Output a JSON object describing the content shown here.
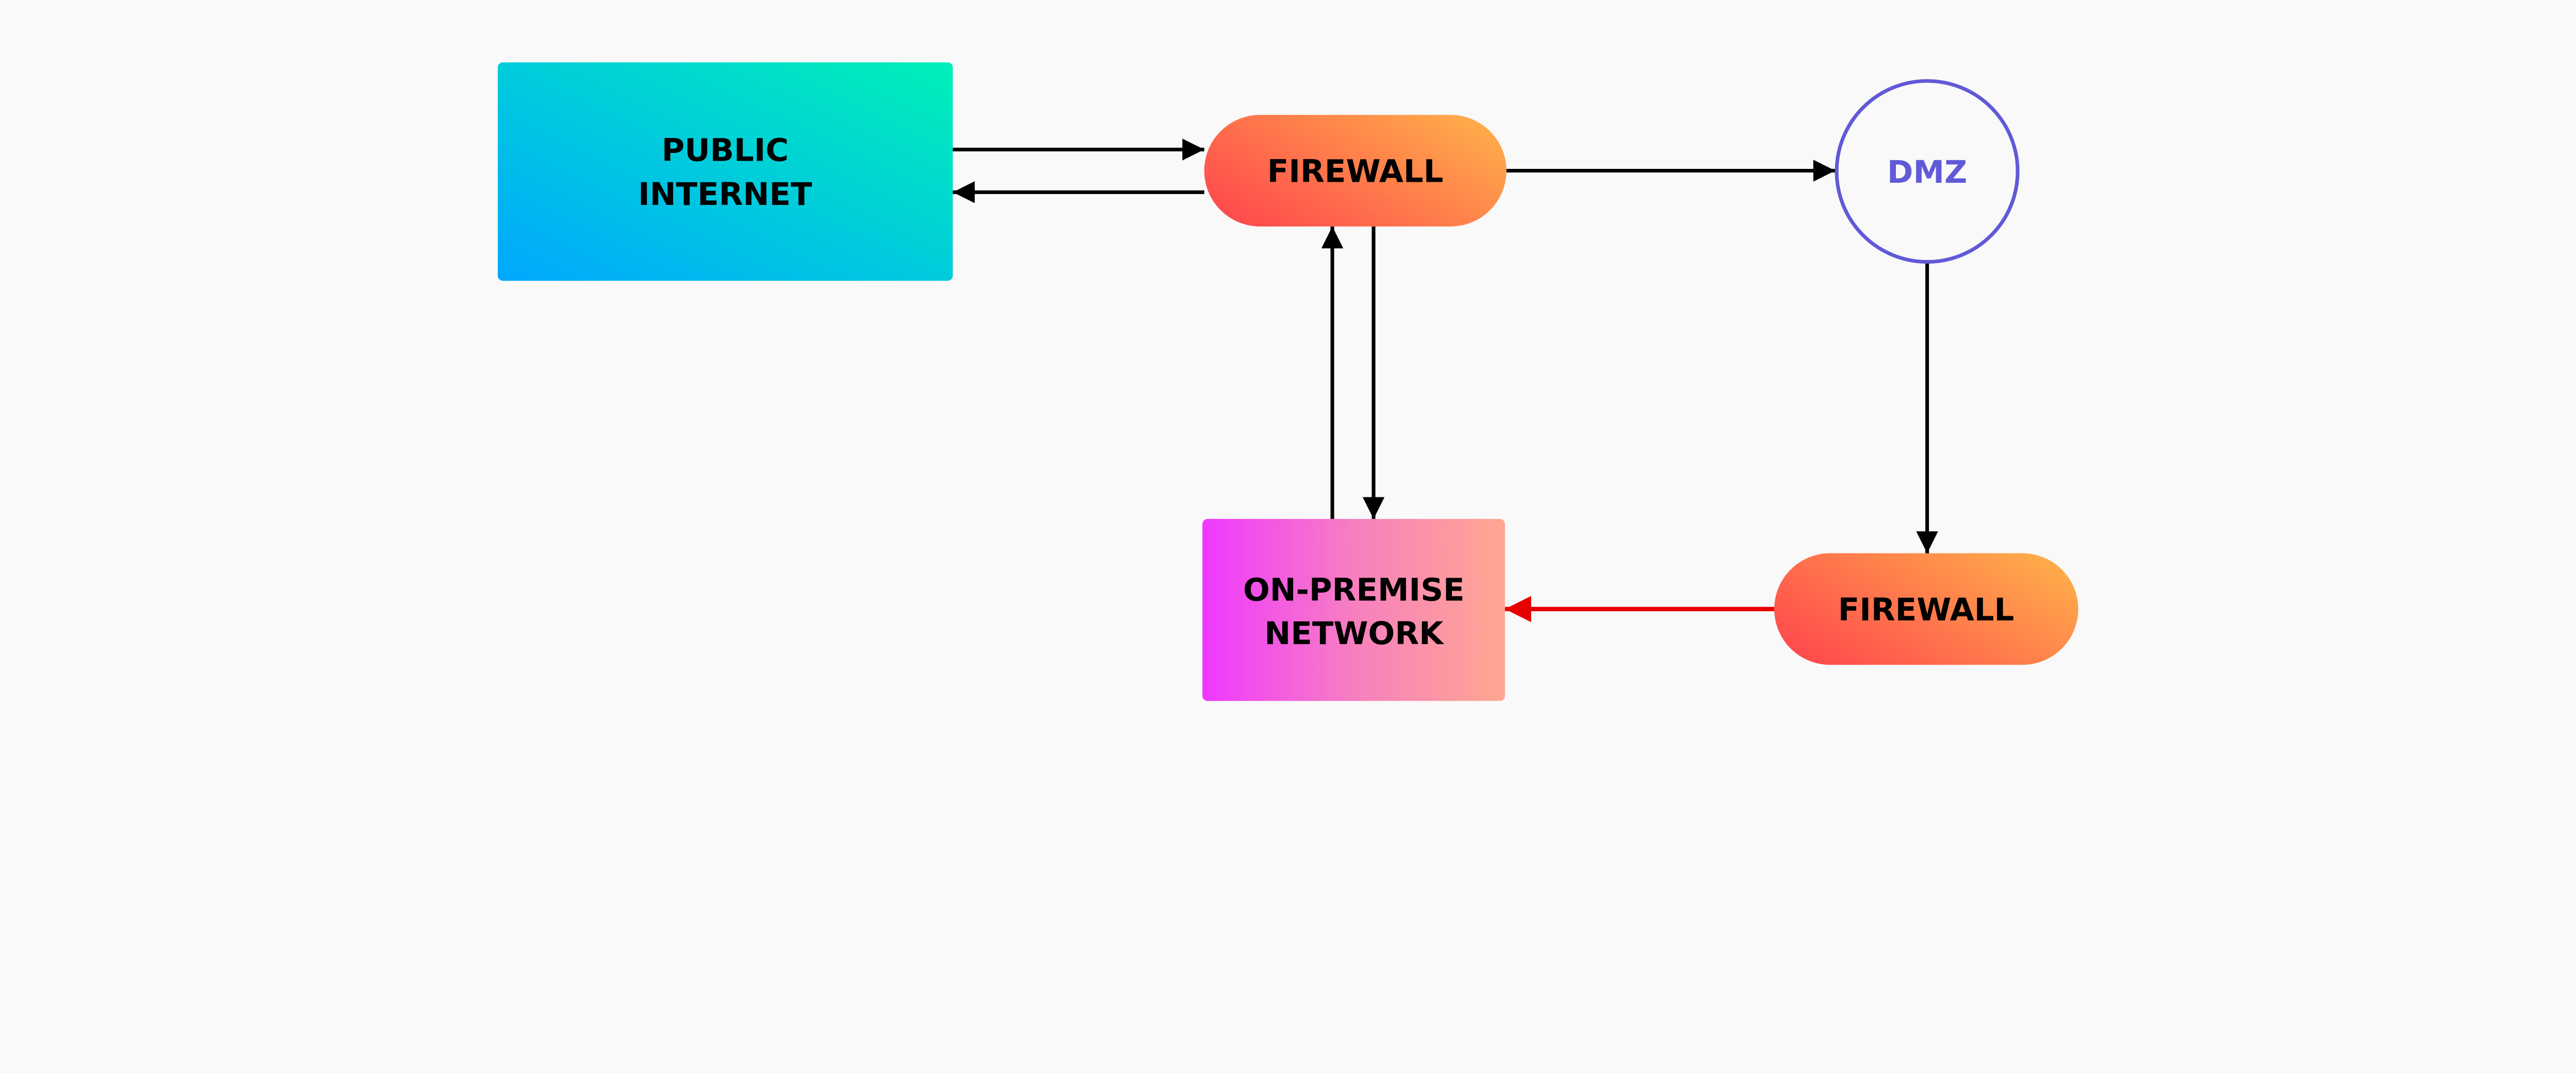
{
  "nodes": {
    "public_internet": {
      "line1": "PUBLIC",
      "line2": "INTERNET"
    },
    "firewall_top": {
      "label": "FIREWALL"
    },
    "dmz": {
      "label": "DMZ"
    },
    "firewall_bottom": {
      "label": "FIREWALL"
    },
    "on_premise": {
      "line1": "ON-PREMISE",
      "line2": "NETWORK"
    }
  },
  "edges": [
    {
      "from": "public_internet",
      "to": "firewall_top",
      "color": "#000000"
    },
    {
      "from": "firewall_top",
      "to": "public_internet",
      "color": "#000000"
    },
    {
      "from": "firewall_top",
      "to": "dmz",
      "color": "#000000"
    },
    {
      "from": "dmz",
      "to": "firewall_bottom",
      "color": "#000000"
    },
    {
      "from": "firewall_bottom",
      "to": "on_premise",
      "color": "#e80000"
    },
    {
      "from": "on_premise",
      "to": "firewall_top",
      "color": "#000000"
    },
    {
      "from": "firewall_top",
      "to": "on_premise",
      "color": "#000000"
    }
  ],
  "colors": {
    "background": "#f9f9f9",
    "dmz_stroke": "#6159d8",
    "blocked_edge": "#e80000"
  }
}
